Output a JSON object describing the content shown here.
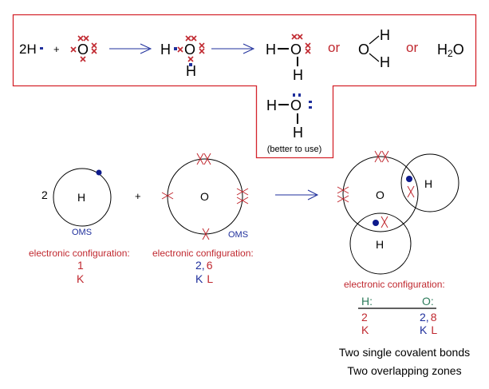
{
  "lewis": {
    "step1": {
      "coef": "2H",
      "plus": "+",
      "oxygen": "O"
    },
    "step2": {
      "h_left": "H",
      "oxygen": "O",
      "h_bottom": "H"
    },
    "step3": {
      "h_left": "H",
      "oxygen": "O",
      "h_bottom": "H"
    },
    "or1": "or",
    "bent": {
      "oxygen": "O",
      "h_top": "H",
      "h_bottom": "H"
    },
    "or2": "or",
    "formula": {
      "h": "H",
      "sub": "2",
      "o": "O"
    },
    "preferred": {
      "h_left": "H",
      "oxygen": "O",
      "h_bottom": "H",
      "note": "(better to use)"
    }
  },
  "bohr": {
    "h_atom": {
      "coef": "2",
      "symbol": "H",
      "shell_label": "OMS"
    },
    "plus": "+",
    "o_atom": {
      "symbol": "O",
      "shell_label": "OMS"
    },
    "molecule": {
      "o_symbol": "O",
      "h_right": "H",
      "h_bottom": "H"
    }
  },
  "config": {
    "hydrogen": {
      "title": "electronic configuration:",
      "electrons": "1",
      "shells": "K"
    },
    "oxygen": {
      "title": "electronic configuration:",
      "electrons_k": "2,",
      "electrons_l": "6",
      "shell_k": "K",
      "shell_l": "L"
    },
    "water": {
      "title": "electronic configuration:",
      "h_header": "H:",
      "o_header": "O:",
      "h_electrons": "2",
      "h_shell": "K",
      "o_electrons_k": "2,",
      "o_electrons_l": "8",
      "o_shell_k": "K",
      "o_shell_l": "L"
    }
  },
  "summary": {
    "line1": "Two single covalent bonds",
    "line2": "Two overlapping zones"
  },
  "colors": {
    "frame": "#d4242c",
    "arrow": "#1f2f9c",
    "oxygen_electron": "#c0282f",
    "hydrogen_electron": "#0d1a8c",
    "config_title": "#c0282f",
    "header": "#2e7c5c"
  }
}
